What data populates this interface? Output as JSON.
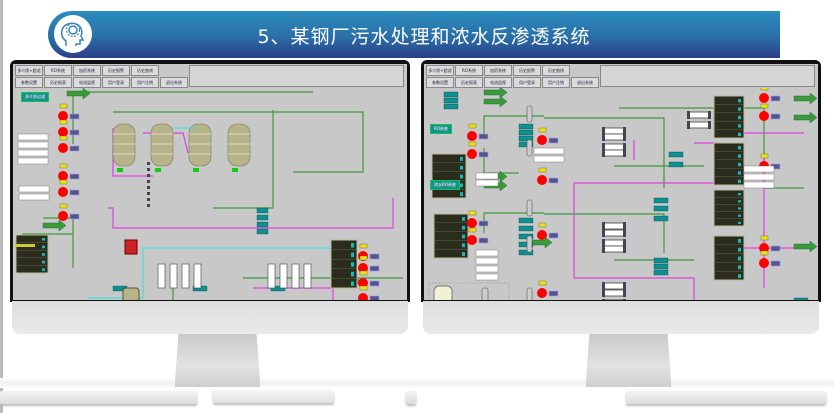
{
  "slide": {
    "title": "5、某钢厂污水处理和浓水反渗透系统",
    "icon": "head-gear-icon"
  },
  "monitors": [
    {
      "tabs_row1": [
        "多介质+超滤",
        "RO系统",
        "加药系统",
        "历史报警",
        "历史曲线"
      ],
      "tabs_row2": [
        "参数设置",
        "历史报表",
        "电流监视",
        "用户登录",
        "用户注销",
        "退出系统"
      ],
      "panel_labels": [
        "多介质过滤"
      ]
    },
    {
      "tabs_row1": [
        "多介质+超滤",
        "RO系统",
        "加药系统",
        "历史报警",
        "历史曲线"
      ],
      "tabs_row2": [
        "参数设置",
        "历史报表",
        "电流监视",
        "用户登录",
        "用户注销",
        "退出系统"
      ],
      "panel_labels": [
        "RO系统",
        "浓水RO系统"
      ]
    }
  ],
  "colors": {
    "pipe_green": "#3c9a3c",
    "pipe_magenta": "#e040e0",
    "pipe_cyan": "#40e0e0",
    "pump": "#ff0000",
    "value_box": "#0f8f8f"
  }
}
